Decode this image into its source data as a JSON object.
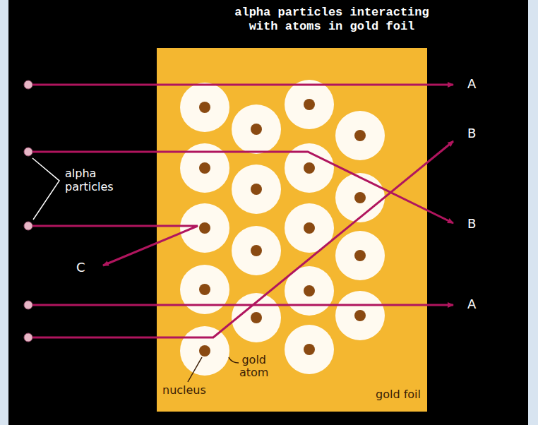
{
  "diagram": {
    "title": "alpha particles interacting with atoms in gold foil",
    "labels": [
      "A",
      "B",
      "B",
      "alpha particles",
      "C",
      "A",
      "gold atom",
      "nucleus",
      "gold foil"
    ]
  }
}
